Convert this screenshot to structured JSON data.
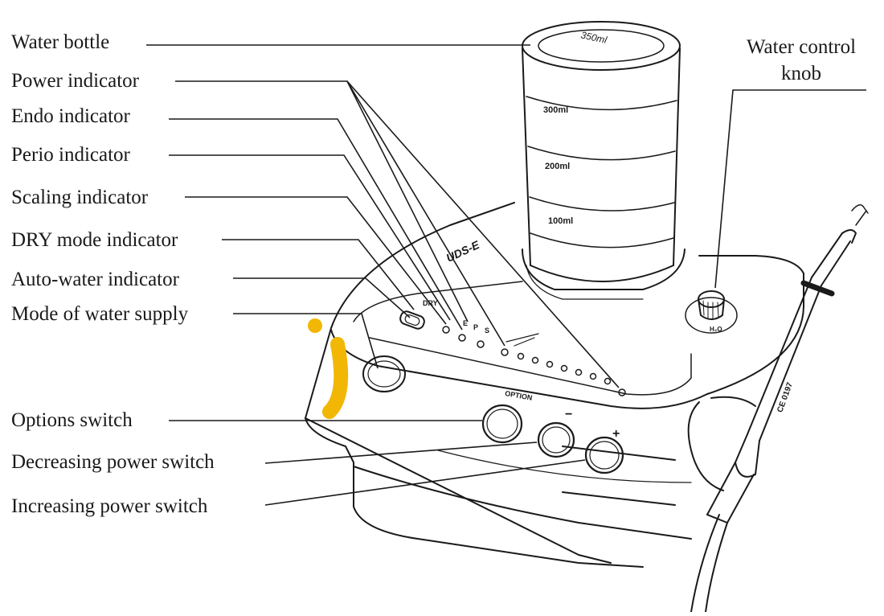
{
  "labels": {
    "water_bottle": "Water  bottle",
    "power_indicator": "Power indicator",
    "endo_indicator": "Endo  indicator",
    "perio_indicator": "Perio  indicator",
    "scaling_indicator": "Scaling indicator",
    "dry_mode_indicator": "DRY mode indicator",
    "auto_water_indicator": "Auto-water  indicator",
    "mode_of_water_supply": "Mode of water supply",
    "options_switch": "Options  switch",
    "decreasing_power_switch": "Decreasing power switch",
    "increasing_power_switch": "Increasing power switch",
    "water_control_knob_line1": "Water control",
    "water_control_knob_line2": "knob"
  },
  "device": {
    "bottle_capacity": "350ml",
    "mark_300": "300ml",
    "mark_200": "200ml",
    "mark_100": "100ml",
    "model": "UDS-E",
    "panel_dry": "DRY",
    "panel_e": "E",
    "panel_p": "P",
    "panel_s": "S",
    "option_label": "OPTION",
    "minus_label": "−",
    "plus_label": "+",
    "h2o_label": "H₂O",
    "ce_mark": "CE 0197"
  },
  "colors": {
    "line": "#1a1a1a",
    "watermark": "#f2b705",
    "background": "#ffffff"
  }
}
